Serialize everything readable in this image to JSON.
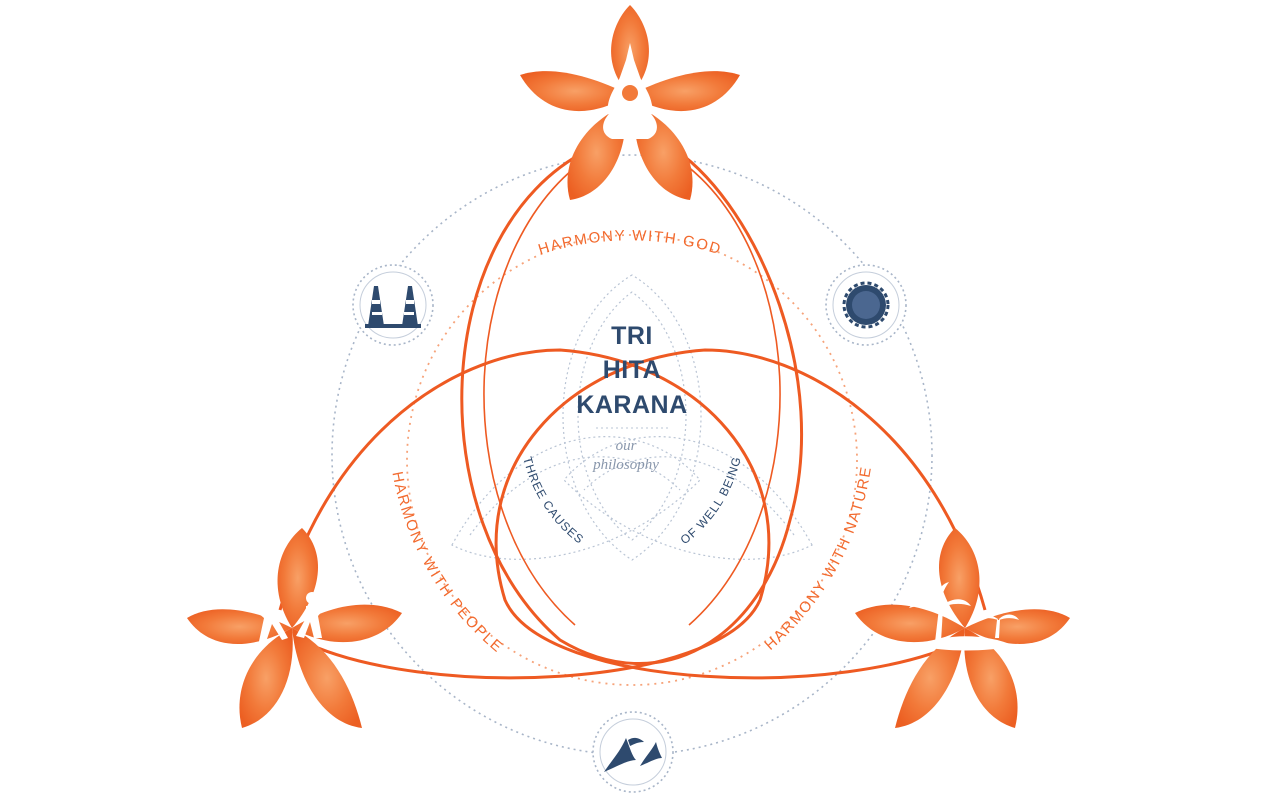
{
  "title": {
    "line1": "TRI",
    "line2": "HITA",
    "line3": "KARANA"
  },
  "subtitle": {
    "line1": "our",
    "line2": "philosophy"
  },
  "harmony_labels": {
    "god": "HARMONY WITH GOD",
    "people": "HARMONY WITH PEOPLE",
    "nature": "HARMONY WITH NATURE"
  },
  "inner_labels": {
    "left": "THREE CAUSES",
    "right": "OF WELL BEING"
  },
  "icons": {
    "top_flower": "praying-figure-icon",
    "left_flower": "dancers-icon",
    "right_flower": "palm-island-icon",
    "temple_badge": "temple-gate-icon",
    "sun_badge": "sun-icon",
    "birds_badge": "swallows-icon"
  },
  "colors": {
    "orange": "#f26a2e",
    "orange_dark": "#e8531c",
    "navy": "#2e4a6e",
    "dotted_blue": "#9aa9c0"
  }
}
